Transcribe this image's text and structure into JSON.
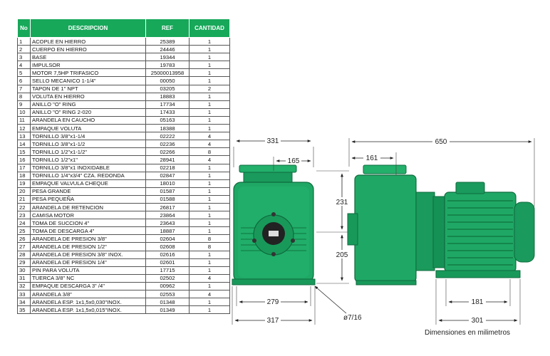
{
  "table": {
    "headers": [
      "No",
      "DESCRIPCION",
      "REF",
      "CANTIDAD"
    ],
    "rows": [
      [
        "1",
        "ACOPLE EN HIERRO",
        "25389",
        "1"
      ],
      [
        "2",
        "CUERPO EN HIERRO",
        "24446",
        "1"
      ],
      [
        "3",
        "BASE",
        "19344",
        "1"
      ],
      [
        "4",
        "IMPULSOR",
        "19783",
        "1"
      ],
      [
        "5",
        "MOTOR 7,5HP TRIFASICO",
        "25000013958",
        "1"
      ],
      [
        "6",
        "SELLO MECANICO 1-1/4\"",
        "00050",
        "1"
      ],
      [
        "7",
        "TAPON DE 1\" NPT",
        "03205",
        "2"
      ],
      [
        "8",
        "VOLUTA EN HIERRO",
        "18883",
        "1"
      ],
      [
        "9",
        "ANILLO \"O\" RING",
        "17734",
        "1"
      ],
      [
        "10",
        "ANILLO \"O\" RING 2-020",
        "17433",
        "1"
      ],
      [
        "11",
        "ARANDELA EN CAUCHO",
        "05163",
        "1"
      ],
      [
        "12",
        "EMPAQUE VOLUTA",
        "18388",
        "1"
      ],
      [
        "13",
        "TORNILLO 3/8\"x1-1/4",
        "02222",
        "4"
      ],
      [
        "14",
        "TORNILLO 3/8\"x1-1/2",
        "02236",
        "4"
      ],
      [
        "15",
        "TORNILLO 1/2\"x1-1/2\"",
        "02266",
        "8"
      ],
      [
        "16",
        "TORNILLO 1/2\"x1\"",
        "28941",
        "4"
      ],
      [
        "17",
        "TORNILLO 3/8\"x1 INOXIDABLE",
        "02218",
        "1"
      ],
      [
        "18",
        "TORNILLO 1/4\"x3/4\" CZA. REDONDA",
        "02847",
        "1"
      ],
      [
        "19",
        "EMPAQUE VALVULA CHEQUE",
        "18010",
        "1"
      ],
      [
        "20",
        "PESA GRANDE",
        "01587",
        "1"
      ],
      [
        "21",
        "PESA PEQUEÑA",
        "01588",
        "1"
      ],
      [
        "22",
        "ARANDELA DE RETENCION",
        "26817",
        "1"
      ],
      [
        "23",
        "CAMISA MOTOR",
        "23864",
        "1"
      ],
      [
        "24",
        "TOMA DE SUCCION 4\"",
        "23643",
        "1"
      ],
      [
        "25",
        "TOMA DE DESCARGA 4\"",
        "18887",
        "1"
      ],
      [
        "26",
        "ARANDELA DE PRESION 3/8\"",
        "02604",
        "8"
      ],
      [
        "27",
        "ARANDELA DE PRESION 1/2\"",
        "02608",
        "8"
      ],
      [
        "28",
        "ARANDELA DE PRESION 3/8\" INOX.",
        "02616",
        "1"
      ],
      [
        "29",
        "ARANDELA DE PRESION 1/4\"",
        "02601",
        "1"
      ],
      [
        "30",
        "PIN PARA VOLUTA",
        "17715",
        "1"
      ],
      [
        "31",
        "TUERCA 3/8\" NC",
        "02502",
        "4"
      ],
      [
        "32",
        "EMPAQUE DESCARGA 3\" /4\"",
        "00962",
        "1"
      ],
      [
        "33",
        "ARANDELA 3/8\"",
        "02553",
        "4"
      ],
      [
        "34",
        "ARANDELA ESP. 1x1,5x0,030\"INOX.",
        "01348",
        "1"
      ],
      [
        "35",
        "ARANDELA ESP. 1x1,5x0,015\"INOX.",
        "01349",
        "1"
      ]
    ]
  },
  "dimensions": {
    "front_width_top": "331",
    "front_offset": "165",
    "front_height_upper": "231",
    "front_height_lower": "205",
    "front_base_width": "279",
    "front_total_width": "317",
    "hole": "ø7/16",
    "side_total_length": "650",
    "side_offset": "161",
    "side_base_inner": "181",
    "side_base_total": "301"
  },
  "caption": "Dimensiones en milimetros",
  "colors": {
    "header_green": "#17a85a",
    "pump_green": "#1fa865",
    "pump_dark": "#137a47"
  }
}
